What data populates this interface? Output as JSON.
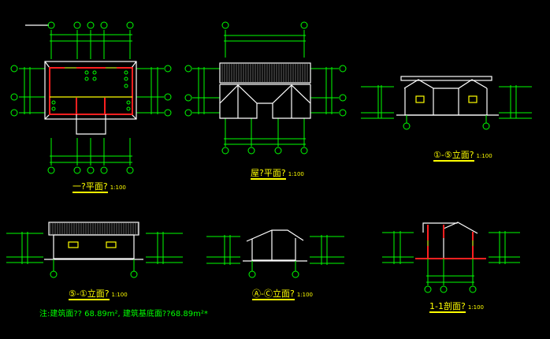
{
  "drawings": {
    "floor_plan": {
      "title": "一?平面?",
      "scale": "1:100"
    },
    "roof_plan": {
      "title": "屋?平面?",
      "scale": "1:100"
    },
    "elevation_1_5": {
      "title": "①-⑤立面?",
      "scale": "1:100"
    },
    "elevation_5_1": {
      "title": "⑤-①立面?",
      "scale": "1:100"
    },
    "elevation_a_c": {
      "title": "Ⓐ-Ⓒ立面?",
      "scale": "1:100"
    },
    "section_1_1": {
      "title": "1-1剖面?",
      "scale": "1:100"
    }
  },
  "note": "注:建筑面??  68.89m², 建筑基底面??68.89m²*",
  "colors": {
    "background": "#000000",
    "axis": "#00ff00",
    "outline": "#ffffff",
    "wall": "#ff2020",
    "title": "#ffff00"
  }
}
